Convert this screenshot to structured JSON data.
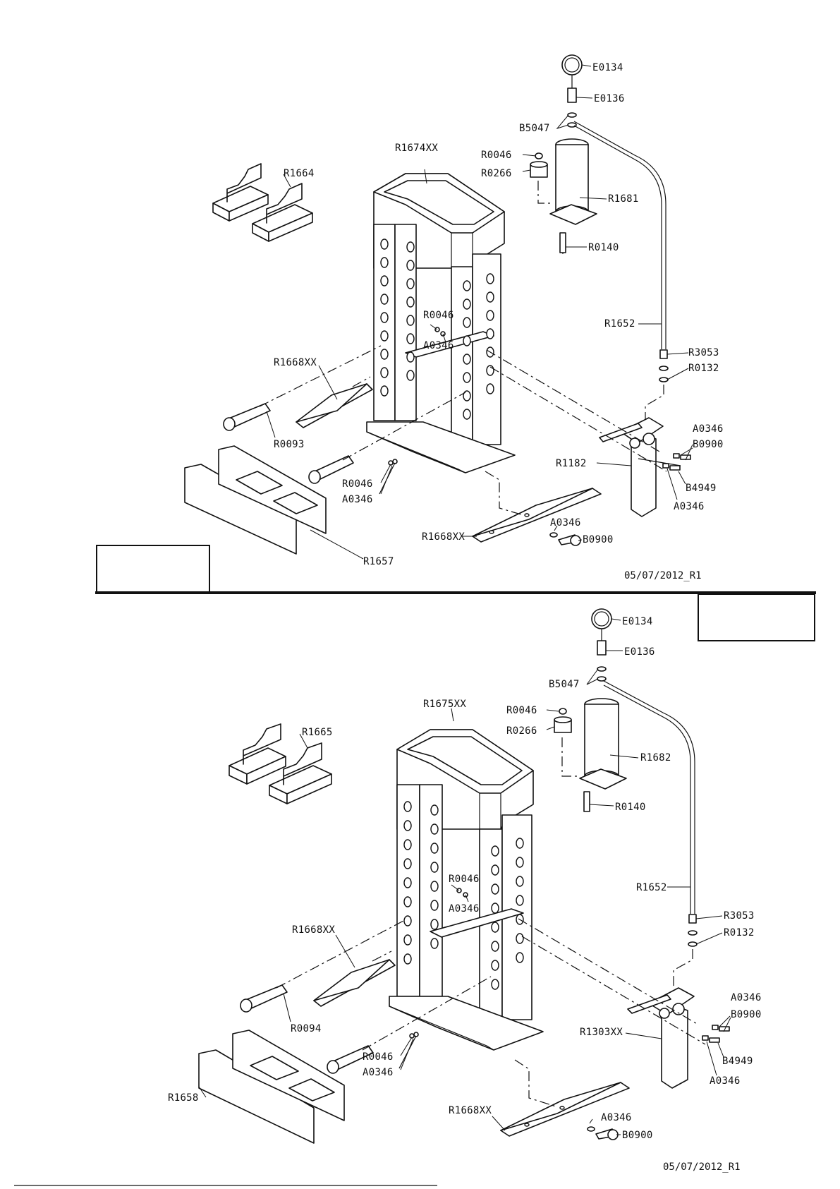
{
  "top": {
    "labels": {
      "gauge": "E0134",
      "adapter": "E0136",
      "washers": "B5047",
      "frame": "R1674XX",
      "cap": "R0046",
      "saddle": "R0266",
      "plates": "R1664",
      "cylinder": "R1681",
      "screw": "R0140",
      "ball": "R0046",
      "ballWasher": "A0346",
      "hose": "R1652",
      "fitting": "R3053",
      "oring": "R0132",
      "foot": "R1668XX",
      "pin": "R0093",
      "pumpWasher": "A0346",
      "pumpBolt": "B0900",
      "pump": "R1182",
      "pumpScrew": "B4949",
      "pumpWasher2": "A0346",
      "pinBall": "R0046",
      "pinWasher": "A0346",
      "bed": "R1657",
      "foot2": "R1668XX",
      "footWasher": "A0346",
      "footBolt": "B0900"
    },
    "date": "05/07/2012_R1"
  },
  "bottom": {
    "labels": {
      "gauge": "E0134",
      "adapter": "E0136",
      "washers": "B5047",
      "frame": "R1675XX",
      "cap": "R0046",
      "saddle": "R0266",
      "plates": "R1665",
      "cylinder": "R1682",
      "screw": "R0140",
      "ball": "R0046",
      "ballWasher": "A0346",
      "hose": "R1652",
      "fitting": "R3053",
      "oring": "R0132",
      "foot": "R1668XX",
      "pin": "R0094",
      "pumpWasher": "A0346",
      "pumpBolt": "B0900",
      "pump": "R1303XX",
      "pumpScrew": "B4949",
      "pumpWasher2": "A0346",
      "pinBall": "R0046",
      "pinWasher": "A0346",
      "bed": "R1658",
      "foot2": "R1668XX",
      "footWasher": "A0346",
      "footBolt": "B0900"
    },
    "date": "05/07/2012_R1"
  }
}
